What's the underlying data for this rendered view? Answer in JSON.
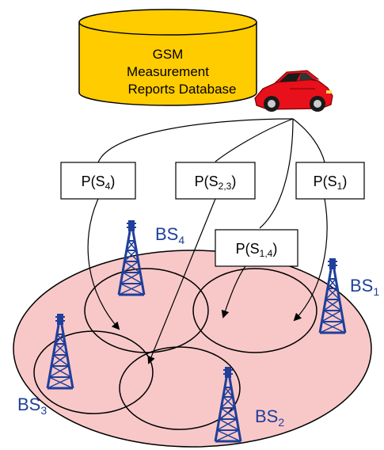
{
  "database": {
    "line1": "GSM",
    "line2": "Measurement",
    "line3": "Reports Database"
  },
  "probabilities": [
    {
      "prefix": "P(S",
      "sub": "4",
      "suffix": ")"
    },
    {
      "prefix": "P(S",
      "sub": "2,3",
      "suffix": ")"
    },
    {
      "prefix": "P(S",
      "sub": "1",
      "suffix": ")"
    },
    {
      "prefix": "P(S",
      "sub": "1,4",
      "suffix": ")"
    }
  ],
  "base_stations": [
    {
      "prefix": "BS",
      "sub": "4"
    },
    {
      "prefix": "BS",
      "sub": "1"
    },
    {
      "prefix": "BS",
      "sub": "3"
    },
    {
      "prefix": "BS",
      "sub": "2"
    }
  ],
  "colors": {
    "database_fill": "#ffcc00",
    "area_fill": "#f8c8c8",
    "tower": "#1f3f9a",
    "label": "#1f3f9a",
    "car_body": "#e8101a"
  },
  "icons": {
    "vehicle": "car-icon",
    "tower": "cell-tower-icon"
  }
}
